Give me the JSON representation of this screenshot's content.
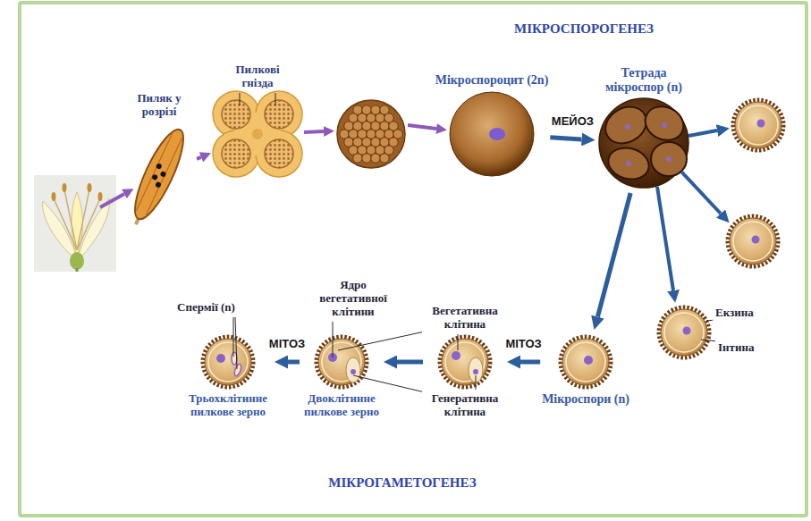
{
  "diagram": {
    "title": "МІКРОСПОРОГЕНЕЗ",
    "caption": "МІКРОГАМЕТОГЕНЕЗ",
    "nodes": [
      {
        "text": [
          "Пиляк у розрізі"
        ]
      },
      {
        "text": [
          "Пилкові гнізда"
        ]
      },
      {
        "text": [
          "Мікроспороцит (2n)"
        ]
      },
      {
        "text": [
          "Тетрада мікроспор (n)"
        ]
      },
      {
        "text": [
          "Мікроспори (n)"
        ]
      },
      {
        "text": [
          "Вегетативна клітина",
          "Генеративна клітина"
        ]
      },
      {
        "text": [
          "Двоклітинне пилкове зерно"
        ]
      },
      {
        "text": [
          "Трьохклітинне пилкове зерно"
        ]
      }
    ],
    "edges": [
      {
        "from": 0,
        "to": 1,
        "arrow": "to"
      },
      {
        "from": 2,
        "to": 3,
        "arrow": "to",
        "label": "МЕЙОЗ"
      },
      {
        "from": 3,
        "to": 4,
        "arrow": "to"
      },
      {
        "from": 4,
        "to": 5,
        "arrow": "to",
        "label": "МІТОЗ"
      },
      {
        "from": 5,
        "to": 6,
        "arrow": "to"
      },
      {
        "from": 6,
        "to": 7,
        "arrow": "to",
        "label": "МІТОЗ"
      }
    ],
    "labels": [
      "Екзина",
      "Інтина",
      "Ядро вегетативної клітини",
      "Спермії (n)"
    ]
  }
}
